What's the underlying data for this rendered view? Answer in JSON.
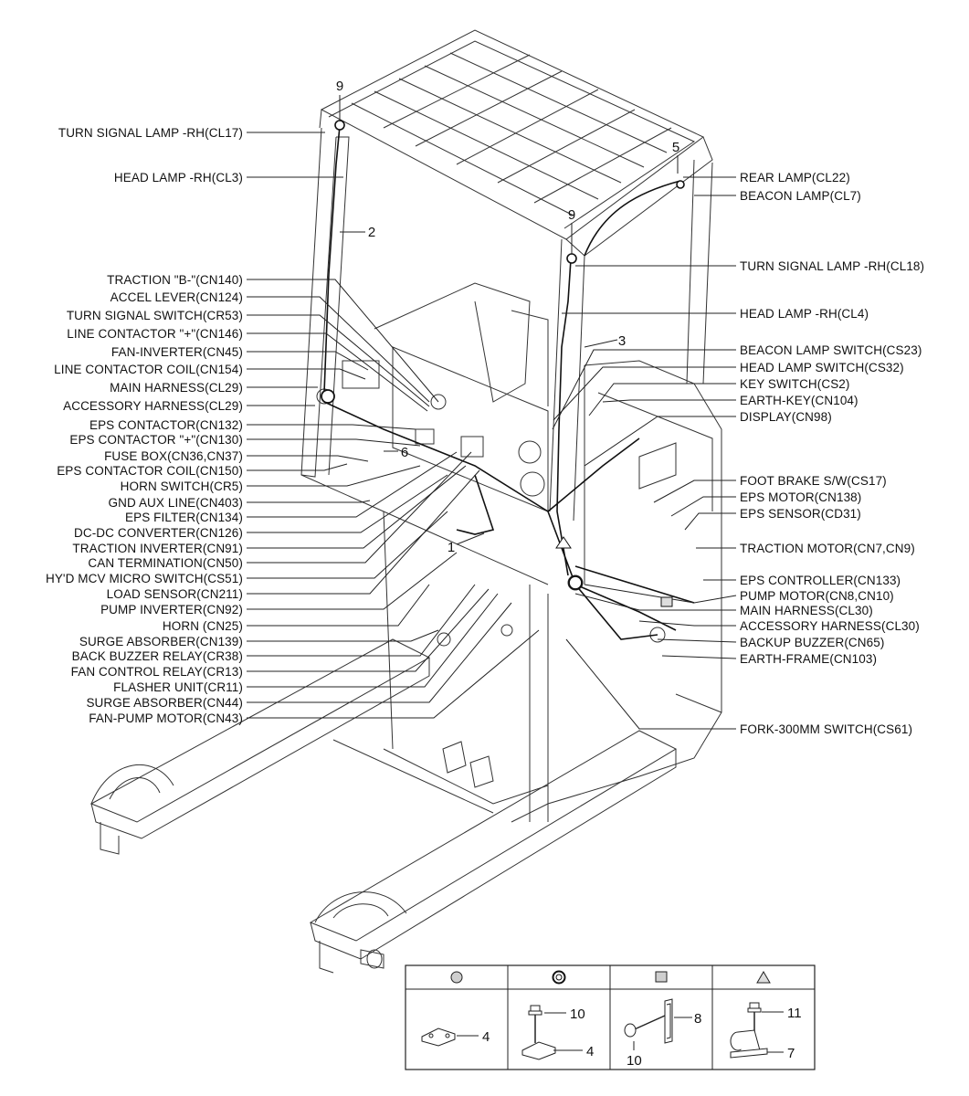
{
  "left_labels": [
    "TURN SIGNAL LAMP -RH(CL17)",
    "HEAD LAMP -RH(CL3)",
    "TRACTION \"B-\"(CN140)",
    "ACCEL LEVER(CN124)",
    "TURN SIGNAL SWITCH(CR53)",
    "LINE CONTACTOR \"+\"(CN146)",
    "FAN-INVERTER(CN45)",
    "LINE CONTACTOR COIL(CN154)",
    "MAIN HARNESS(CL29)",
    "ACCESSORY HARNESS(CL29)",
    "EPS CONTACTOR(CN132)",
    "EPS CONTACTOR \"+\"(CN130)",
    "FUSE BOX(CN36,CN37)",
    "EPS CONTACTOR COIL(CN150)",
    "HORN SWITCH(CR5)",
    "GND AUX LINE(CN403)",
    "EPS FILTER(CN134)",
    "DC-DC CONVERTER(CN126)",
    "TRACTION INVERTER(CN91)",
    "CAN TERMINATION(CN50)",
    "HY'D MCV MICRO SWITCH(CS51)",
    "LOAD SENSOR(CN211)",
    "PUMP INVERTER(CN92)",
    "HORN (CN25)",
    "SURGE ABSORBER(CN139)",
    "BACK BUZZER RELAY(CR38)",
    "FAN CONTROL RELAY(CR13)",
    "FLASHER UNIT(CR11)",
    "SURGE ABSORBER(CN44)",
    "FAN-PUMP MOTOR(CN43)"
  ],
  "right_labels": [
    "REAR LAMP(CL22)",
    "BEACON LAMP(CL7)",
    "TURN SIGNAL LAMP -RH(CL18)",
    "HEAD LAMP -RH(CL4)",
    "BEACON LAMP SWITCH(CS23)",
    "HEAD LAMP SWITCH(CS32)",
    "KEY SWITCH(CS2)",
    "EARTH-KEY(CN104)",
    "DISPLAY(CN98)",
    "FOOT BRAKE S/W(CS17)",
    "EPS MOTOR(CN138)",
    "EPS SENSOR(CD31)",
    "TRACTION MOTOR(CN7,CN9)",
    "EPS CONTROLLER(CN133)",
    "PUMP MOTOR(CN8,CN10)",
    "MAIN HARNESS(CL30)",
    "ACCESSORY HARNESS(CL30)",
    "BACKUP BUZZER(CN65)",
    "EARTH-FRAME(CN103)",
    "FORK-300MM SWITCH(CS61)"
  ],
  "callouts": {
    "n9a": "9",
    "n9b": "9",
    "n5": "5",
    "n2": "2",
    "n3": "3",
    "n6": "6",
    "n1": "1"
  },
  "legend": {
    "col1": {
      "symbol": "dotted-circle-icon",
      "parts": [
        "4"
      ]
    },
    "col2": {
      "symbol": "ring-icon",
      "parts": [
        "10",
        "4"
      ]
    },
    "col3": {
      "symbol": "dotted-square-icon",
      "parts": [
        "8",
        "10"
      ]
    },
    "col4": {
      "symbol": "triangle-icon",
      "parts": [
        "11",
        "7"
      ]
    }
  }
}
